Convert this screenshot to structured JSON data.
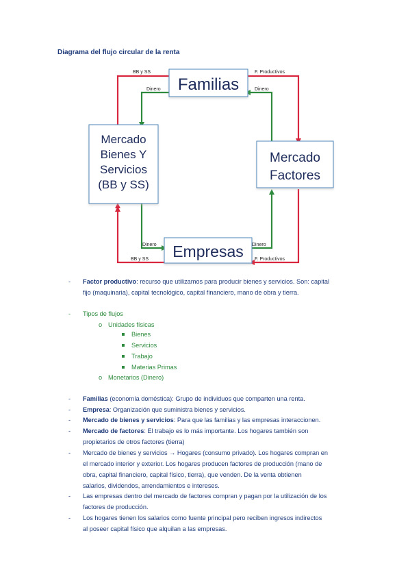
{
  "title": "Diagrama del flujo circular de la renta",
  "diagram": {
    "familias": "Familias",
    "empresas": "Empresas",
    "mercado_bienes": [
      "Mercado",
      "Bienes Y",
      "Servicios",
      "(BB y SS)"
    ],
    "mercado_factores": [
      "Mercado",
      "Factores"
    ],
    "labels": {
      "bbss_top": "BB y SS",
      "dinero_top_left": "Dinero",
      "fprod_top": "F. Productivos",
      "dinero_top_right": "Dinero",
      "dinero_bottom_left": "Dinero",
      "bbss_bottom": "BB y SS",
      "dinero_bottom_right": "Dinero",
      "fprod_bottom": "F. Productivos"
    },
    "colors": {
      "red": "#d7263d",
      "green": "#2e8b3d",
      "box_border": "#4f86b8"
    }
  },
  "list": {
    "factor_productivo_term": "Factor productivo",
    "factor_productivo_line1": ": recurso que utilizamos para producir bienes y servicios. Son: capital",
    "factor_productivo_line2": "fijo (maquinaria), capital tecnológico, capital financiero, mano de obra y tierra.",
    "tipos_flujos": "Tipos de flujos",
    "unidades_fisicas": "Unidades físicas",
    "fisicas_items": [
      "Bienes",
      "Servicios",
      "Trabajo",
      "Materias Primas"
    ],
    "monetarios": "Monetarios (Dinero)",
    "familias_term": "Familias",
    "familias_text": " (economía doméstica): Grupo de individuos que comparten una renta.",
    "empresa_term": "Empresa",
    "empresa_text": ": Organización que suministra bienes y servicios.",
    "mbys_term": "Mercado de bienes y servicios",
    "mbys_text": ": Para que las familias y las empresas interaccionen.",
    "mf_term": "Mercado de factores",
    "mf_line1": ": El trabajo es lo más importante. Los hogares también son",
    "mf_line2": "propietarios de otros factores (tierra)",
    "mbys2_line1": "Mercado de bienes y servicios → Hogares (consumo privado). Los hogares compran en",
    "mbys2_line2": "el mercado interior y exterior. Los hogares producen factores de producción (mano de",
    "mbys2_line3": "obra, capital financiero, capital físico, tierra), que venden. De la venta obtienen",
    "mbys2_line4": "salarios, dividendos, arrendamientos e intereses.",
    "emp_line1": "Las empresas dentro del mercado de factores compran y pagan por la utilización de los",
    "emp_line2": "factores de producción.",
    "hog_line1": "Los hogares tienen los salarios como fuente principal pero reciben ingresos indirectos",
    "hog_line2": "al poseer capital físico que alquilan a las empresas.",
    "dash": "-",
    "bullet_o": "o"
  }
}
